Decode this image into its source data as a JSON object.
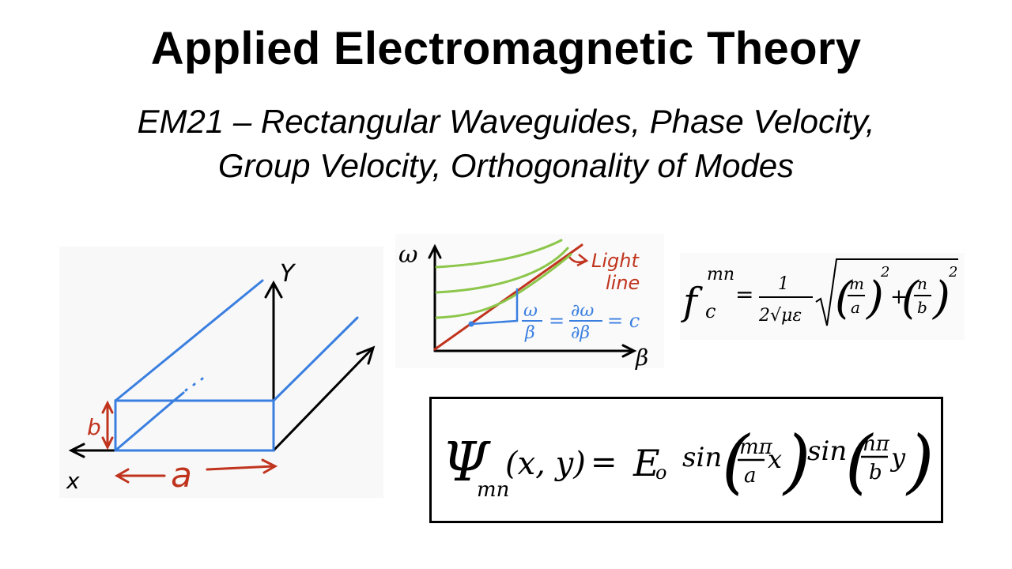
{
  "header": {
    "title": "Applied Electromagnetic Theory",
    "subtitle_line1": "EM21 – Rectangular Waveguides, Phase Velocity,",
    "subtitle_line2": "Group Velocity, Orthogonality of Modes"
  },
  "waveguide_sketch": {
    "axis_y": "Y",
    "axis_x": "x",
    "dim_a": "a",
    "dim_b": "b"
  },
  "dispersion_sketch": {
    "axis_vertical": "ω",
    "axis_horizontal": "β",
    "light_line_label_1": "Light",
    "light_line_label_2": "line",
    "phase_num": "ω",
    "phase_den": "β",
    "group_num": "∂ω",
    "group_den": "∂β",
    "eq1": "=",
    "eq2": "= c"
  },
  "cutoff_formula": {
    "f": "f",
    "sub": "c",
    "sup": "mn",
    "eq": "=",
    "num": "1",
    "den": "2√με",
    "m": "m",
    "a": "a",
    "n": "n",
    "b": "b",
    "sq1": "2",
    "sq2": "2",
    "plus": "+"
  },
  "mode_equation": {
    "psi": "Ψ",
    "psi_sub": "mn",
    "args": "(x, y)",
    "eq": "=",
    "amp": "E",
    "amp_sub": "o",
    "sin1": "sin",
    "frac1_num": "mπ",
    "frac1_den": "a",
    "var1": "x",
    "sin2": "sin",
    "frac2_num": "nπ",
    "frac2_den": "b",
    "var2": "y"
  },
  "colors": {
    "blue": "#3a7fe0",
    "red": "#c0341e",
    "green": "#8cc64a",
    "ink": "#000000"
  }
}
